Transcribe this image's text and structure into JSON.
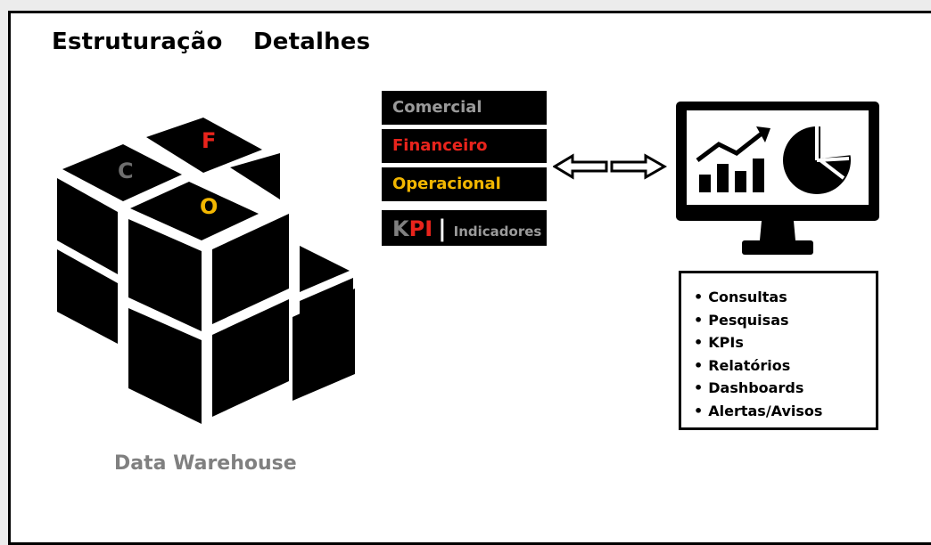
{
  "header": {
    "title_left": "Estruturação",
    "title_right": "Detalhes"
  },
  "cube": {
    "faces": [
      {
        "letter": "C",
        "color": "#6e6e6e"
      },
      {
        "letter": "F",
        "color": "#e8241c"
      },
      {
        "letter": "O",
        "color": "#f2b600"
      }
    ],
    "label": "Data Warehouse",
    "label_color": "#808080"
  },
  "categories": [
    {
      "label": "Comercial",
      "color": "#9a9a9a"
    },
    {
      "label": "Financeiro",
      "color": "#e8241c"
    },
    {
      "label": "Operacional",
      "color": "#f2b600"
    }
  ],
  "kpi": {
    "k": "K",
    "pi": "PI",
    "separator": "|",
    "sub": "Indicadores",
    "k_color": "#808080",
    "pi_color": "#e8241c"
  },
  "connector": {
    "icon": "double-arrow-icon"
  },
  "monitor": {
    "icon": "monitor-chart-icon"
  },
  "features": [
    {
      "bullet": "•",
      "label": "Consultas"
    },
    {
      "bullet": "•",
      "label": "Pesquisas"
    },
    {
      "bullet": "•",
      "label": "KPIs"
    },
    {
      "bullet": "•",
      "label": "Relatórios"
    },
    {
      "bullet": "•",
      "label": "Dashboards"
    },
    {
      "bullet": "•",
      "label": "Alertas/Avisos"
    }
  ]
}
